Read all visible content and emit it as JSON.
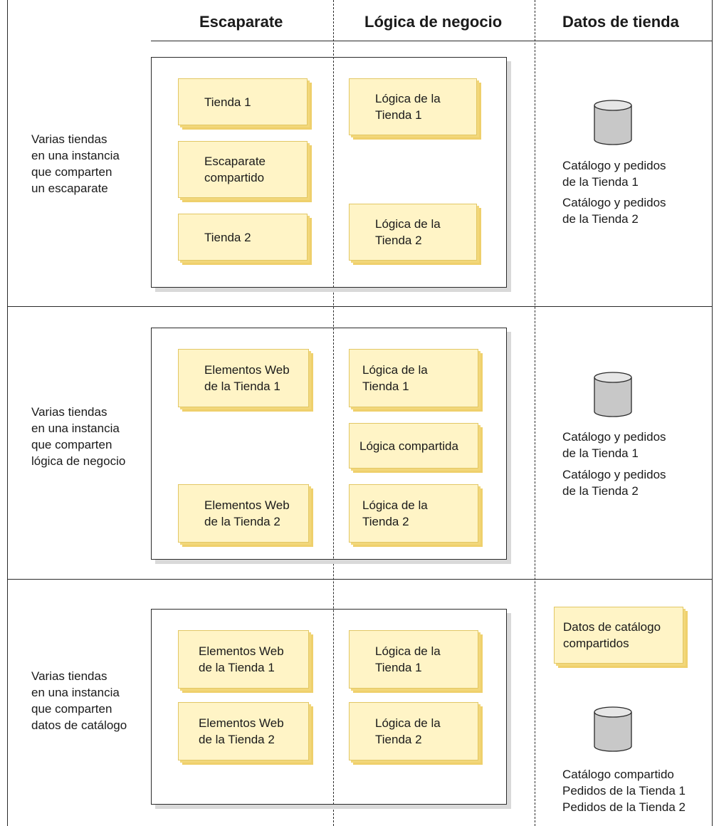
{
  "columns": {
    "storefront": "Escaparate",
    "business_logic": "Lógica de negocio",
    "store_data": "Datos de tienda"
  },
  "rows": [
    {
      "label": "Varias tiendas\nen una instancia\nque comparten\nun escaparate",
      "storefront": {
        "top": "Tienda 1",
        "middle": "Escaparate\ncompartido",
        "bottom": "Tienda 2"
      },
      "logic": {
        "top": "Lógica de la\nTienda 1",
        "bottom": "Lógica de la\nTienda 2"
      },
      "data": {
        "line1": "Catálogo y pedidos\nde la Tienda 1",
        "line2": "Catálogo y pedidos\nde la Tienda 2"
      }
    },
    {
      "label": "Varias tiendas\nen una instancia\nque comparten\nlógica de negocio",
      "storefront": {
        "top": "Elementos Web\nde la Tienda 1",
        "bottom": "Elementos Web\nde la Tienda 2"
      },
      "logic": {
        "top": "Lógica de la\nTienda 1",
        "middle": "Lógica compartida",
        "bottom": "Lógica de la\nTienda 2"
      },
      "data": {
        "line1": "Catálogo y pedidos\nde la Tienda 1",
        "line2": "Catálogo y pedidos\nde la Tienda 2"
      }
    },
    {
      "label": "Varias tiendas\nen una instancia\nque comparten\ndatos de catálogo",
      "storefront": {
        "top": "Elementos Web\nde la Tienda 1",
        "bottom": "Elementos Web\nde la Tienda 2"
      },
      "logic": {
        "top": "Lógica de la\nTienda 1",
        "bottom": "Lógica de la\nTienda 2"
      },
      "data": {
        "shared_note": "Datos de catálogo\ncompartidos",
        "lines": "Catálogo compartido\nPedidos de la Tienda 1\nPedidos de la Tienda 2"
      }
    }
  ],
  "colors": {
    "note_fill": "#fff4c6",
    "note_border": "#e2c765",
    "note_shadow": "#efd06c",
    "db_fill": "#c8c8c8",
    "line": "#2a2a2a"
  },
  "icons": [
    "database-icon"
  ]
}
